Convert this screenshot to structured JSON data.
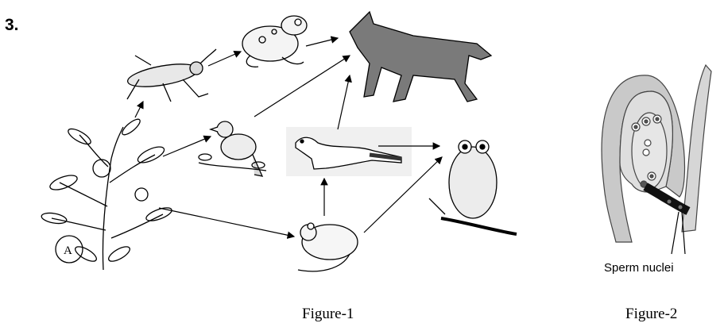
{
  "question_number": "3.",
  "figure1": {
    "caption": "Figure-1",
    "producer_label": "A",
    "organisms": [
      "plant",
      "grasshopper",
      "frog",
      "wolf",
      "bird",
      "weasel",
      "owl",
      "mouse"
    ]
  },
  "figure2": {
    "caption": "Figure-2",
    "label": "Sperm nuclei"
  },
  "colors": {
    "ovule_gray": "#c9c9c9",
    "ovule_dark": "#8a8a8a",
    "line": "#000000"
  }
}
